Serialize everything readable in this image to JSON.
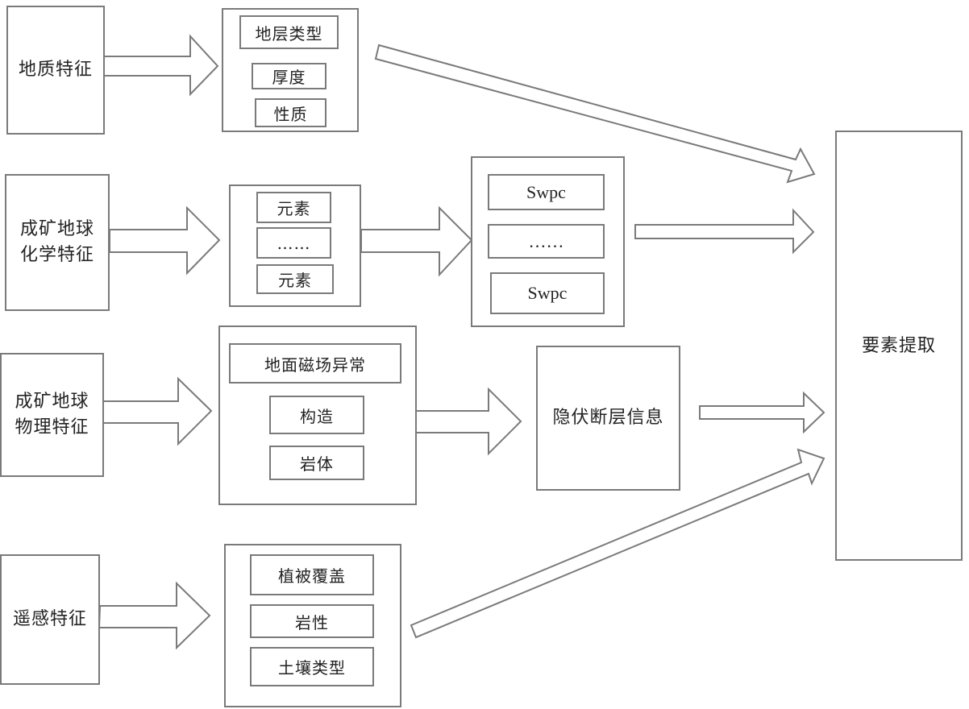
{
  "diagram": {
    "sources": {
      "geology": "地质特征",
      "geochem_line1": "成矿地球",
      "geochem_line2": "化学特征",
      "geophys_line1": "成矿地球",
      "geophys_line2": "物理特征",
      "remote": "遥感特征"
    },
    "geology_group": [
      "地层类型",
      "厚度",
      "性质"
    ],
    "geochem_group": [
      "元素",
      "……",
      "元素"
    ],
    "swpc_group": [
      "Swpc",
      "……",
      "Swpc"
    ],
    "geophys_group": [
      "地面磁场异常",
      "构造",
      "岩体"
    ],
    "fault_info": "隐伏断层信息",
    "remote_group": [
      "植被覆盖",
      "岩性",
      "土壤类型"
    ],
    "target": "要素提取"
  }
}
